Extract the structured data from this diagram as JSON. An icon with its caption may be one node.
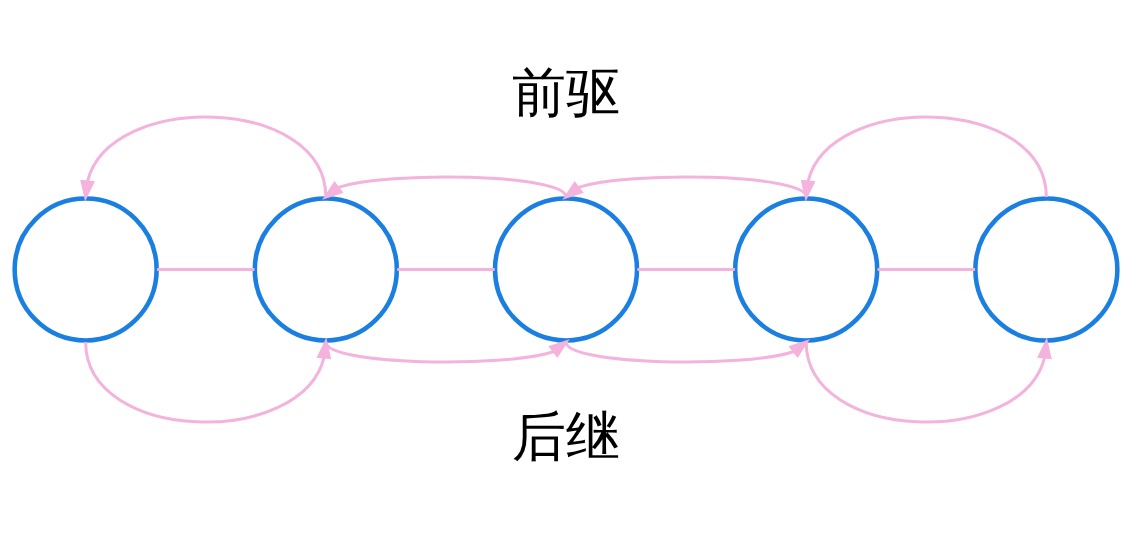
{
  "diagram": {
    "nodes": [
      {
        "text": [],
        "shape": "circle"
      },
      {
        "text": [],
        "shape": "circle"
      },
      {
        "text": [],
        "shape": "circle"
      },
      {
        "text": [],
        "shape": "circle"
      },
      {
        "text": [],
        "shape": "circle"
      }
    ],
    "edges": [
      {
        "from": 0,
        "to": 1,
        "arrow": "none"
      },
      {
        "from": 1,
        "to": 2,
        "arrow": "none"
      },
      {
        "from": 2,
        "to": 3,
        "arrow": "none"
      },
      {
        "from": 3,
        "to": 4,
        "arrow": "none"
      },
      {
        "from": 1,
        "to": 0,
        "arrow": "to"
      },
      {
        "from": 2,
        "to": 1,
        "arrow": "to"
      },
      {
        "from": 3,
        "to": 2,
        "arrow": "to"
      },
      {
        "from": 4,
        "to": 3,
        "arrow": "to"
      },
      {
        "from": 0,
        "to": 1,
        "arrow": "to"
      },
      {
        "from": 1,
        "to": 2,
        "arrow": "to"
      },
      {
        "from": 2,
        "to": 3,
        "arrow": "to"
      },
      {
        "from": 3,
        "to": 4,
        "arrow": "to"
      }
    ],
    "labels": [
      "前驱",
      "后继"
    ]
  }
}
